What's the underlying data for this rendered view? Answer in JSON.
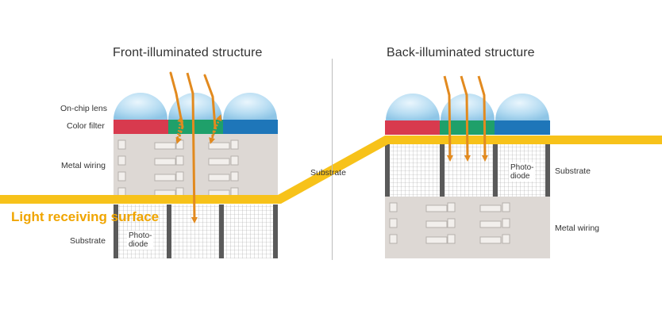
{
  "front": {
    "title": "Front-illuminated structure",
    "labels": {
      "lens": "On-chip lens",
      "color_filter": "Color filter",
      "metal_wiring": "Metal wiring",
      "substrate": "Substrate",
      "photodiode": "Photo-\ndiode"
    }
  },
  "back": {
    "title": "Back-illuminated structure",
    "labels": {
      "substrate": "Substrate",
      "metal_wiring": "Metal wiring",
      "photodiode": "Photo-\ndiode"
    }
  },
  "middle_label": "Substrate",
  "surface_label": "Light receiving surface",
  "colors": {
    "lens": "#a9d6ef",
    "filter_red": "#d83a4e",
    "filter_green": "#1fa06a",
    "filter_blue": "#1e76b9",
    "wiring_bg": "#ddd8d4",
    "wire_block": "#b5b0ac",
    "pillar": "#5a5a5a",
    "grid": "#9e9e9e",
    "light": "#e28a1f",
    "surface": "#f7c21a"
  }
}
